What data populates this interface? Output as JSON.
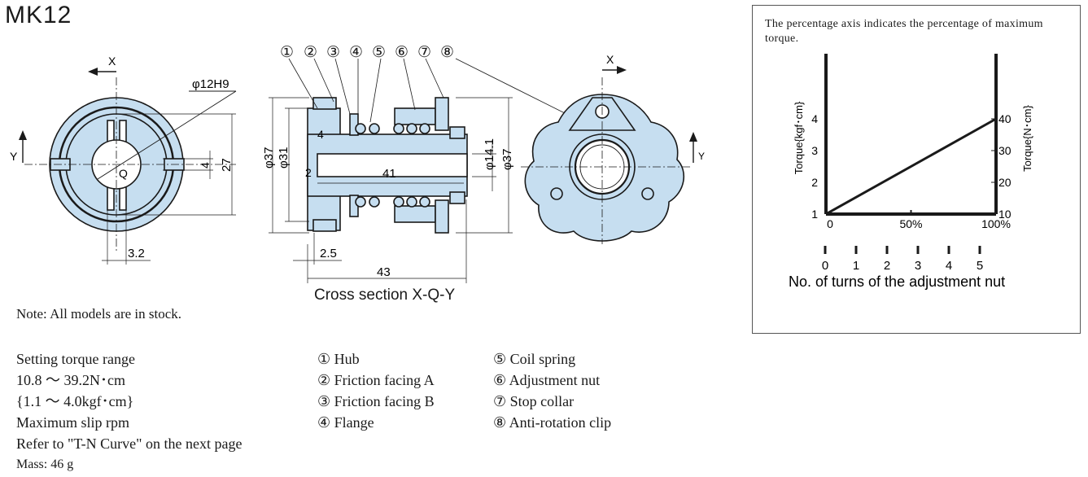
{
  "model": "MK12",
  "drawing": {
    "section_x_label": "X",
    "section_y_label": "Y",
    "center_label": "Q",
    "bore_label": "φ12H9",
    "dim_3_2": "3.2",
    "dim_4_keyway": "4",
    "dim_27": "27",
    "dim_37_outer": "φ37",
    "dim_31": "φ31",
    "dim_4_flange": "4",
    "dim_2": "2",
    "dim_41": "41",
    "dim_14_1": "φ14.1",
    "dim_37_right": "φ37",
    "dim_2_5": "2.5",
    "dim_43": "43",
    "callouts": [
      "①",
      "②",
      "③",
      "④",
      "⑤",
      "⑥",
      "⑦",
      "⑧"
    ],
    "right_x_label": "X",
    "right_y_label": "Y",
    "caption": "Cross section X-Q-Y"
  },
  "note": "Note: All models are in stock.",
  "specs": [
    "Setting torque range",
    "10.8 ～ 39.2N･cm",
    "{1.1 ～ 4.0kgf･cm}",
    "Maximum slip rpm",
    "Refer to \"T-N Curve\" on the next page",
    "Mass: 46 g"
  ],
  "parts_left": [
    "① Hub",
    "② Friction facing A",
    "③ Friction facing B",
    "④ Flange"
  ],
  "parts_right": [
    "⑤ Coil spring",
    "⑥ Adjustment nut",
    "⑦ Stop collar",
    "⑧ Anti-rotation clip"
  ],
  "graph_note": "The percentage axis indicates the percentage of maximum torque.",
  "chart_data": {
    "type": "line",
    "x": [
      0,
      100
    ],
    "y": [
      1,
      4
    ],
    "xlim": [
      0,
      100
    ],
    "ylim": [
      1,
      4
    ],
    "x_ticks": [
      "0",
      "50%",
      "100%"
    ],
    "y_ticks_left": [
      "1",
      "2",
      "3",
      "4"
    ],
    "y_ticks_right": [
      "10",
      "20",
      "30",
      "40"
    ],
    "ylabel_left": "Torque{kgf･cm}",
    "ylabel_right": "Torque{N･cm}",
    "turns_ticks": [
      "0",
      "1",
      "2",
      "3",
      "4",
      "5"
    ],
    "turns_label": "No. of turns of the adjustment nut",
    "grid": false
  },
  "colors": {
    "fill": "#c6def0",
    "line": "#1a1a1a"
  }
}
